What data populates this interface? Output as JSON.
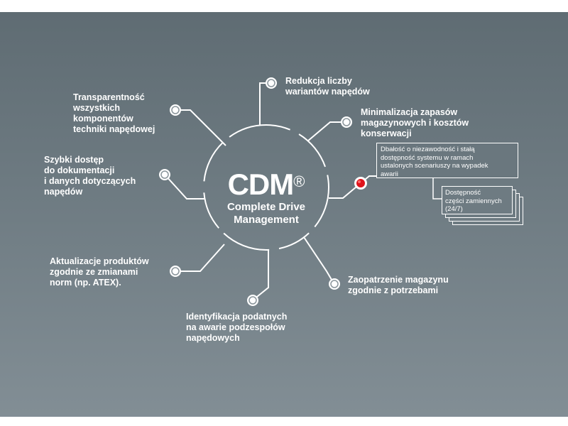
{
  "center": {
    "title": "CDM",
    "registered_mark": "®",
    "subtitle": "Complete Drive\nManagement"
  },
  "nodes": [
    {
      "id": "redukcja",
      "label": "Redukcja liczby\nwariantów napędów"
    },
    {
      "id": "minimalizacja",
      "label": "Minimalizacja zapasów\nmagazynowych i kosztów\nkonserwacji"
    },
    {
      "id": "transparentnosc",
      "label": "Transparentność\nwszystkich\nkomponentów\ntechniki napędowej"
    },
    {
      "id": "szybki-dostep",
      "label": "Szybki dostęp\ndo dokumentacji\ni danych dotyczących\nnapędów"
    },
    {
      "id": "aktualizacje",
      "label": "Aktualizacje produktów\nzgodnie ze zmianami\nnorm (np. ATEX)."
    },
    {
      "id": "identyfikacja",
      "label": "Identyfikacja podatnych\nna awarie podzespołów\nnapędowych"
    },
    {
      "id": "zaopatrzenie",
      "label": "Zaopatrzenie magazynu\nzgodnie z potrzebami"
    }
  ],
  "callout": {
    "main_text": "Dbałość o niezawodność i stałą\ndostępność systemu w ramach\nustalonych scenariuszy na wypadek\nawarii",
    "sub_text": "Dostępność\nczęści zamiennych\n(24/7)"
  },
  "colors": {
    "background_top": "#5f6c73",
    "background_bottom": "#828e95",
    "lines": "#ffffff",
    "highlight_node": "#e0141c"
  }
}
